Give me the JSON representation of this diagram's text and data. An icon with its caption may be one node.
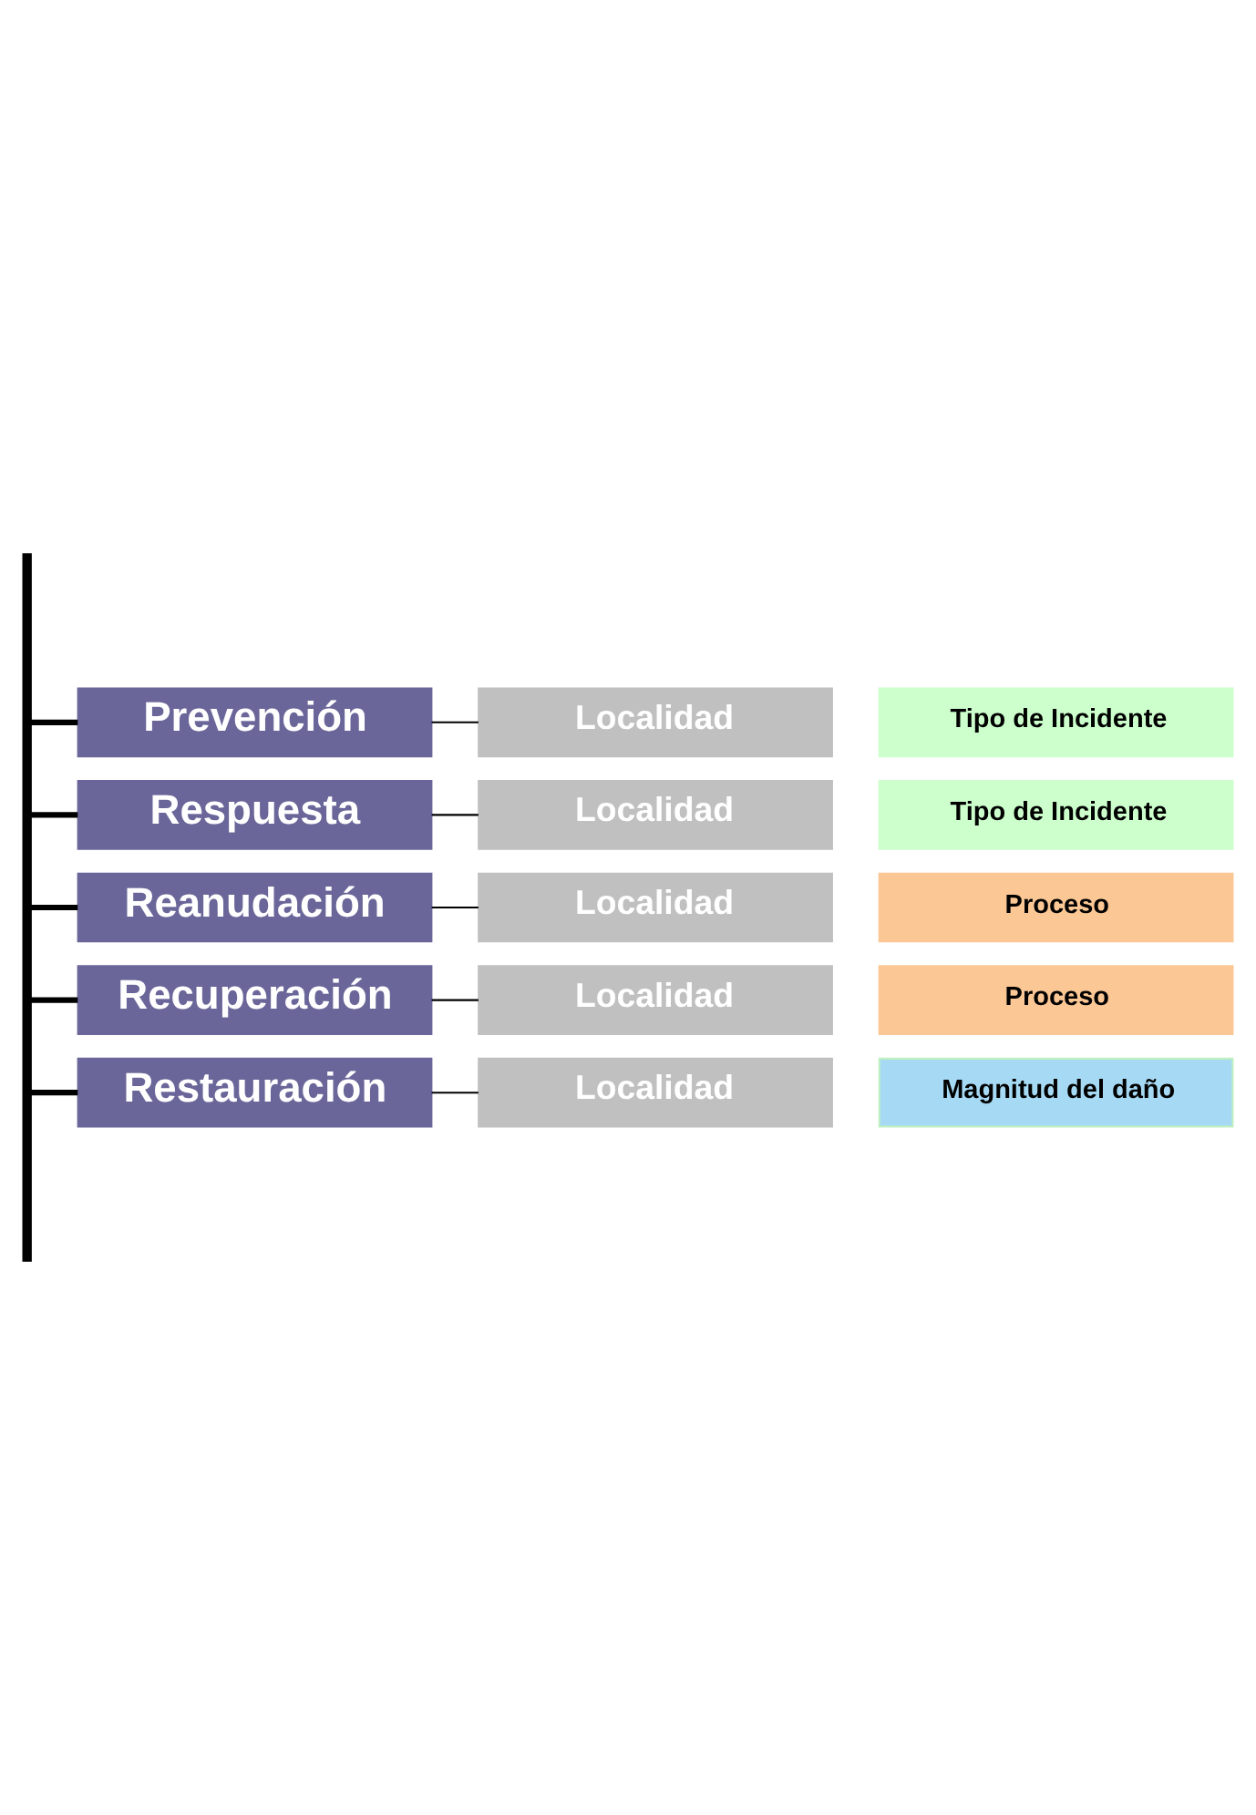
{
  "diagram": {
    "nodes": [
      {
        "text": [],
        "shape": "bar"
      },
      {
        "text": [
          "Prevención"
        ]
      },
      {
        "text": [
          "Localidad"
        ]
      },
      {
        "text": [
          "Tipo de Incidente"
        ]
      },
      {
        "text": [
          "Respuesta"
        ]
      },
      {
        "text": [
          "Localidad"
        ]
      },
      {
        "text": [
          "Tipo de Incidente"
        ]
      },
      {
        "text": [
          "Reanudación"
        ]
      },
      {
        "text": [
          "Localidad"
        ]
      },
      {
        "text": [
          "Proceso"
        ]
      },
      {
        "text": [
          "Recuperación"
        ]
      },
      {
        "text": [
          "Localidad"
        ]
      },
      {
        "text": [
          "Proceso"
        ]
      },
      {
        "text": [
          "Restauración"
        ]
      },
      {
        "text": [
          "Localidad"
        ]
      },
      {
        "text": [
          "Magnitud del daño"
        ]
      }
    ],
    "edges": [
      {
        "from": 0,
        "to": 1,
        "arrow": "none",
        "style": "thick"
      },
      {
        "from": 1,
        "to": 2,
        "arrow": "none"
      },
      {
        "from": 0,
        "to": 4,
        "arrow": "none",
        "style": "thick"
      },
      {
        "from": 4,
        "to": 5,
        "arrow": "none"
      },
      {
        "from": 0,
        "to": 7,
        "arrow": "none",
        "style": "thick"
      },
      {
        "from": 7,
        "to": 8,
        "arrow": "none"
      },
      {
        "from": 0,
        "to": 10,
        "arrow": "none",
        "style": "thick"
      },
      {
        "from": 10,
        "to": 11,
        "arrow": "none"
      },
      {
        "from": 0,
        "to": 13,
        "arrow": "none",
        "style": "thick"
      },
      {
        "from": 13,
        "to": 14,
        "arrow": "none"
      }
    ]
  }
}
